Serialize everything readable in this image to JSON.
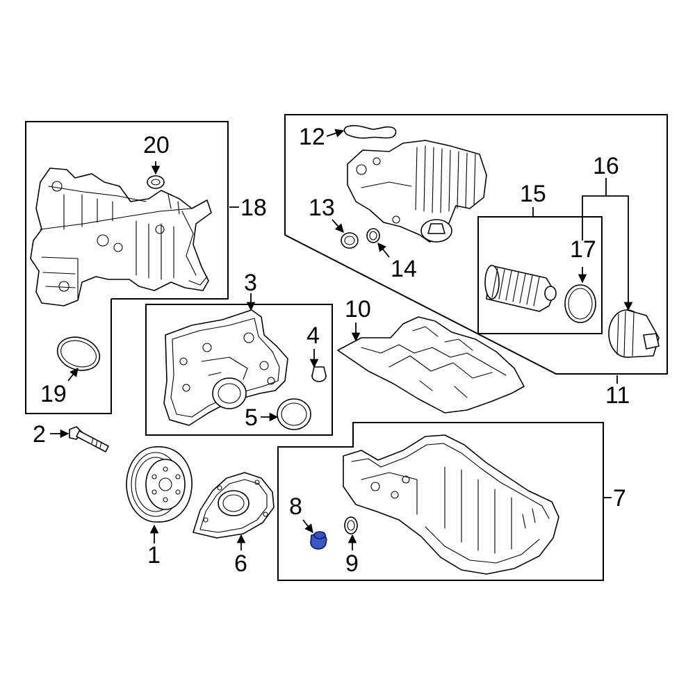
{
  "callouts": {
    "c1": "1",
    "c2": "2",
    "c3": "3",
    "c4": "4",
    "c5": "5",
    "c6": "6",
    "c7": "7",
    "c8": "8",
    "c9": "9",
    "c10": "10",
    "c11": "11",
    "c12": "12",
    "c13": "13",
    "c14": "14",
    "c15": "15",
    "c16": "16",
    "c17": "17",
    "c18": "18",
    "c19": "19",
    "c20": "20"
  },
  "highlighted_part": "8",
  "colors": {
    "line": "#000000",
    "background": "#ffffff",
    "highlight": "#3a55c4"
  }
}
